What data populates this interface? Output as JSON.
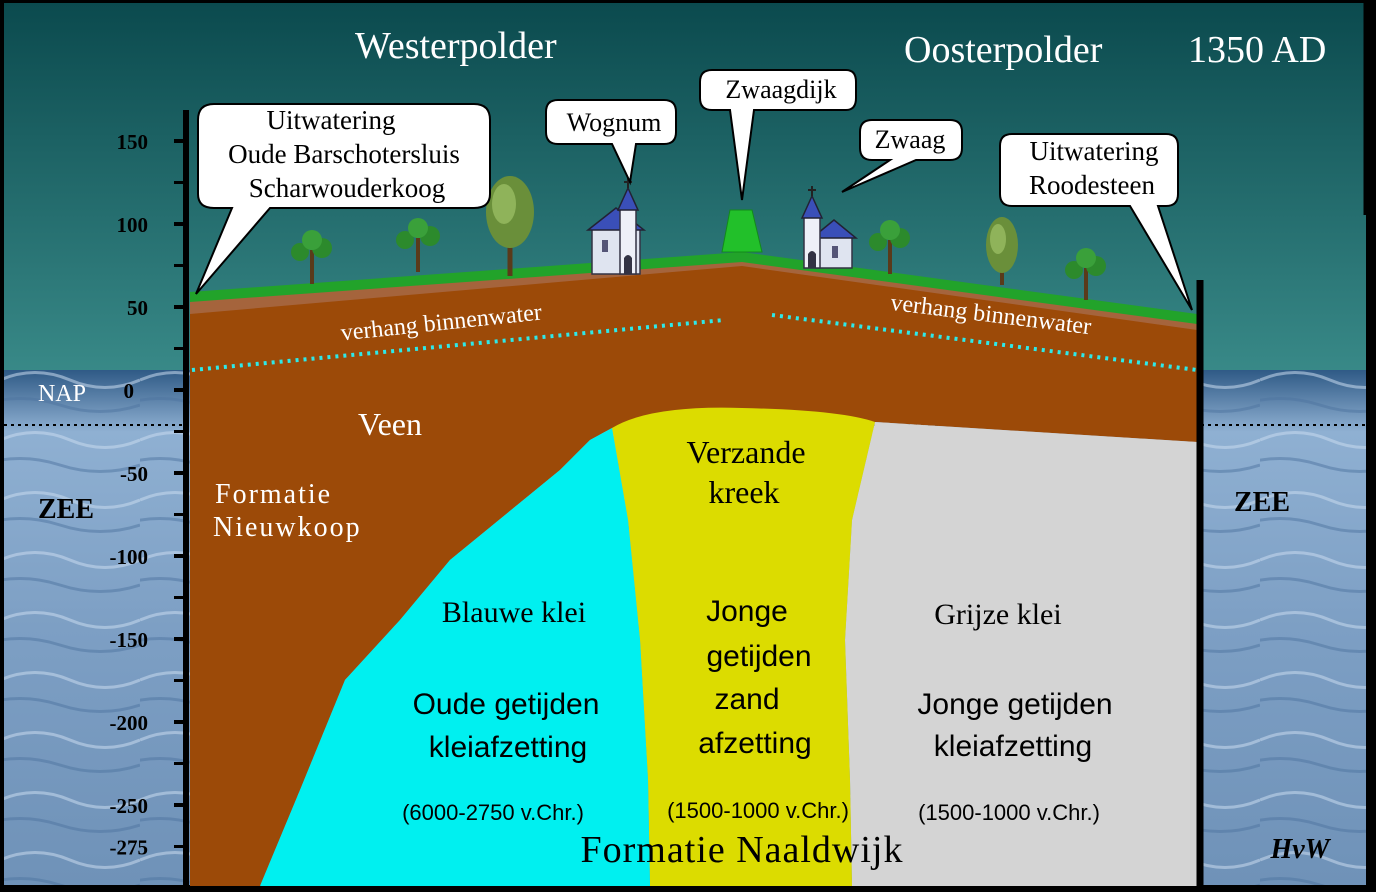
{
  "header": {
    "west": "Westerpolder",
    "east": "Oosterpolder",
    "year": "1350 AD"
  },
  "axis": {
    "ticks": [
      "150",
      "100",
      "50",
      "0",
      "-50",
      "-100",
      "-150",
      "-200",
      "-250",
      "-275"
    ],
    "nap_label": "NAP"
  },
  "callouts": {
    "outlet_west": [
      "Uitwatering",
      "Oude Barschotersluis",
      "Scharwouderkoog"
    ],
    "wognum": "Wognum",
    "zwaagdijk": "Zwaagdijk",
    "zwaag": "Zwaag",
    "outlet_east": [
      "Uitwatering",
      "Roodesteen"
    ]
  },
  "labels": {
    "gradient_west": "verhang binnenwater",
    "gradient_east": "verhang binnenwater",
    "sea_left": "ZEE",
    "sea_right": "ZEE",
    "peat": "Veen",
    "formation_nieuwkoop": [
      "Formatie",
      "Nieuwkoop"
    ],
    "creek": [
      "Verzande",
      "kreek"
    ],
    "blue_clay": "Blauwe klei",
    "old_tidal": [
      "Oude getijden",
      "kleiafzetting"
    ],
    "blue_date": "(6000-2750 v.Chr.)",
    "young_sand": [
      "Jonge",
      "getijden",
      "zand",
      "afzetting"
    ],
    "sand_date": "(1500-1000 v.Chr.)",
    "grey_clay": "Grijze klei",
    "young_tidal": [
      "Jonge getijden",
      "kleiafzetting"
    ],
    "grey_date": "(1500-1000 v.Chr.)",
    "formation_naaldwijk": "Formatie Naaldwijk",
    "signature": "HvW"
  },
  "colors": {
    "sky_top": "#0c4f52",
    "sky_bottom": "#a8e8e8",
    "water": "#7a9cc4",
    "peat": "#9c4a08",
    "blue_clay": "#00f0f0",
    "sand": "#dcdc00",
    "grey_clay": "#d4d4d4",
    "grass": "#22a32a",
    "gradient_line": "#2ee8e8"
  }
}
